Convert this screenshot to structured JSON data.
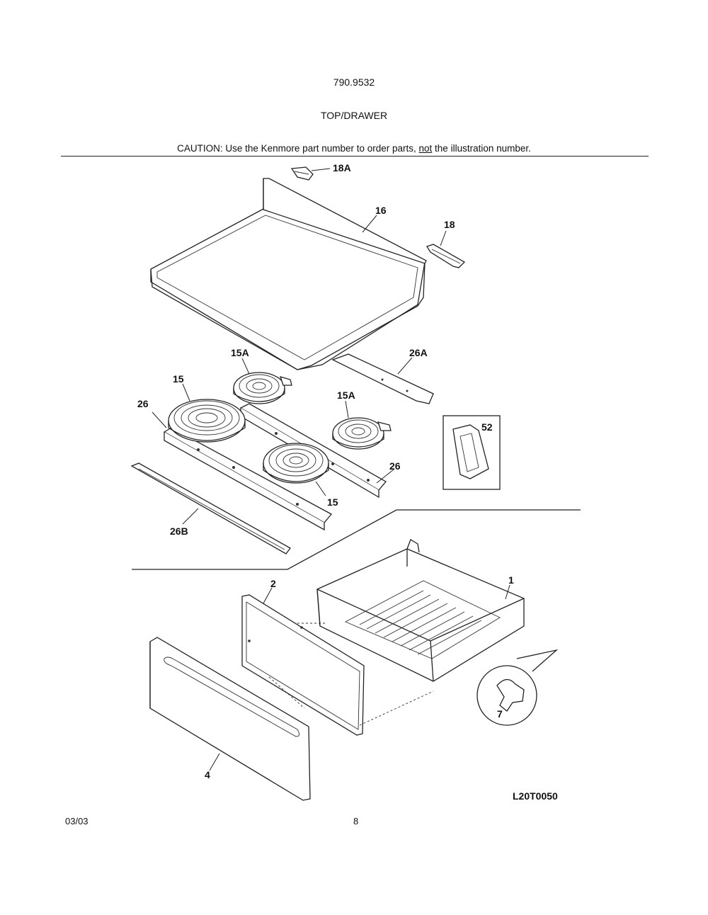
{
  "header": {
    "model_number": "790.9532",
    "section_title": "TOP/DRAWER",
    "caution_prefix": "CAUTION:",
    "caution_text_1": " Use the Kenmore part number to order parts, ",
    "caution_underlined": "not",
    "caution_text_2": " the illustration number."
  },
  "callouts": {
    "c18A": "18A",
    "c16": "16",
    "c18": "18",
    "c26A": "26A",
    "c15A_top": "15A",
    "c15_left": "15",
    "c26_left": "26",
    "c15A_right": "15A",
    "c52": "52",
    "c26_right": "26",
    "c15_bottom": "15",
    "c26B": "26B",
    "c2": "2",
    "c1": "1",
    "c7": "7",
    "c4": "4"
  },
  "diagram_code": "L20T0050",
  "footer": {
    "date": "03/03",
    "page": "8"
  }
}
